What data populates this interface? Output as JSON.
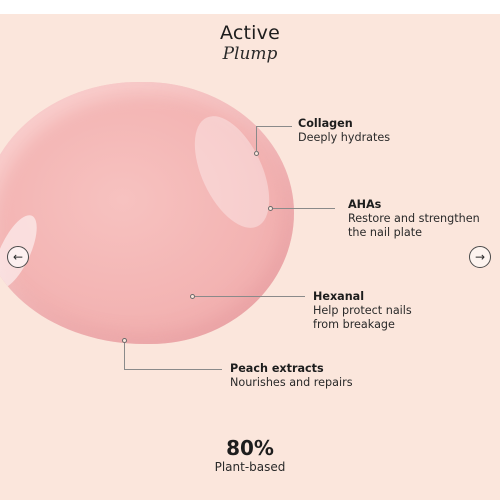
{
  "header": {
    "title": "Active",
    "subtitle": "Plump"
  },
  "callouts": [
    {
      "name": "Collagen",
      "desc": [
        "Deeply hydrates"
      ]
    },
    {
      "name": "AHAs",
      "desc": [
        "Restore and strengthen",
        "the nail plate"
      ]
    },
    {
      "name": "Hexanal",
      "desc": [
        "Help protect nails",
        "from breakage"
      ]
    },
    {
      "name": "Peach extracts",
      "desc": [
        "Nourishes and repairs"
      ]
    }
  ],
  "navigation": {
    "prev_icon": "←",
    "next_icon": "→"
  },
  "stat": {
    "value": "80%",
    "label": "Plant-based"
  },
  "colors": {
    "background": "#fbe6dc",
    "blob": "#f3b4b3",
    "text": "#1d1d1d"
  }
}
